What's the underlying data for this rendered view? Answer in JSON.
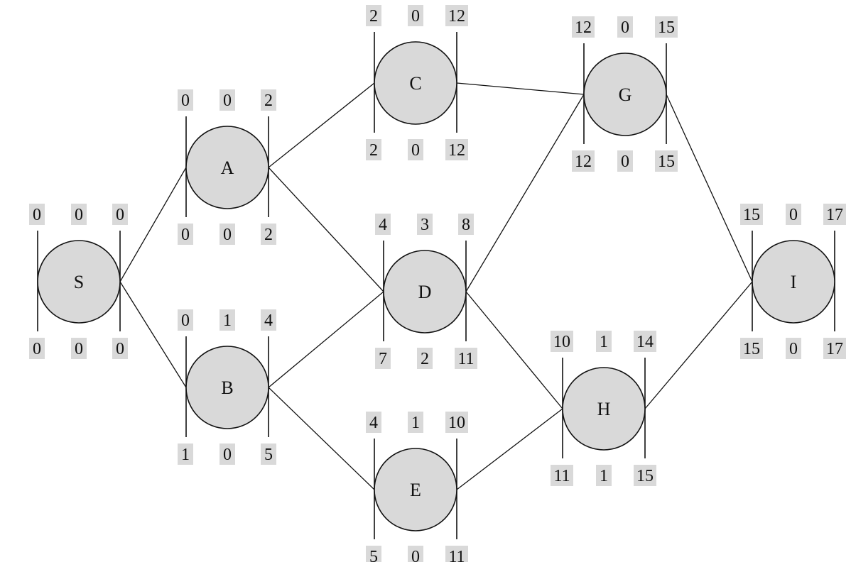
{
  "colors": {
    "node_fill": "#d9d9d9",
    "box_fill": "#d9d9d9",
    "stroke": "#111111",
    "background": "#ffffff"
  },
  "nodes": [
    {
      "id": "S",
      "label": "S",
      "top": [
        "0",
        "0",
        "0"
      ],
      "bottom": [
        "0",
        "0",
        "0"
      ]
    },
    {
      "id": "A",
      "label": "A",
      "top": [
        "0",
        "0",
        "2"
      ],
      "bottom": [
        "0",
        "0",
        "2"
      ]
    },
    {
      "id": "B",
      "label": "B",
      "top": [
        "0",
        "1",
        "4"
      ],
      "bottom": [
        "1",
        "0",
        "5"
      ]
    },
    {
      "id": "C",
      "label": "C",
      "top": [
        "2",
        "0",
        "12"
      ],
      "bottom": [
        "2",
        "0",
        "12"
      ]
    },
    {
      "id": "D",
      "label": "D",
      "top": [
        "4",
        "3",
        "8"
      ],
      "bottom": [
        "7",
        "2",
        "11"
      ]
    },
    {
      "id": "E",
      "label": "E",
      "top": [
        "4",
        "1",
        "10"
      ],
      "bottom": [
        "5",
        "0",
        "11"
      ]
    },
    {
      "id": "G",
      "label": "G",
      "top": [
        "12",
        "0",
        "15"
      ],
      "bottom": [
        "12",
        "0",
        "15"
      ]
    },
    {
      "id": "H",
      "label": "H",
      "top": [
        "10",
        "1",
        "14"
      ],
      "bottom": [
        "11",
        "1",
        "15"
      ]
    },
    {
      "id": "I",
      "label": "I",
      "top": [
        "15",
        "0",
        "17"
      ],
      "bottom": [
        "15",
        "0",
        "17"
      ]
    }
  ],
  "edges": [
    {
      "from": "S",
      "to": "A"
    },
    {
      "from": "S",
      "to": "B"
    },
    {
      "from": "A",
      "to": "C"
    },
    {
      "from": "A",
      "to": "D"
    },
    {
      "from": "B",
      "to": "D"
    },
    {
      "from": "B",
      "to": "E"
    },
    {
      "from": "C",
      "to": "G"
    },
    {
      "from": "D",
      "to": "G"
    },
    {
      "from": "D",
      "to": "H"
    },
    {
      "from": "E",
      "to": "H"
    },
    {
      "from": "G",
      "to": "I"
    },
    {
      "from": "H",
      "to": "I"
    }
  ]
}
